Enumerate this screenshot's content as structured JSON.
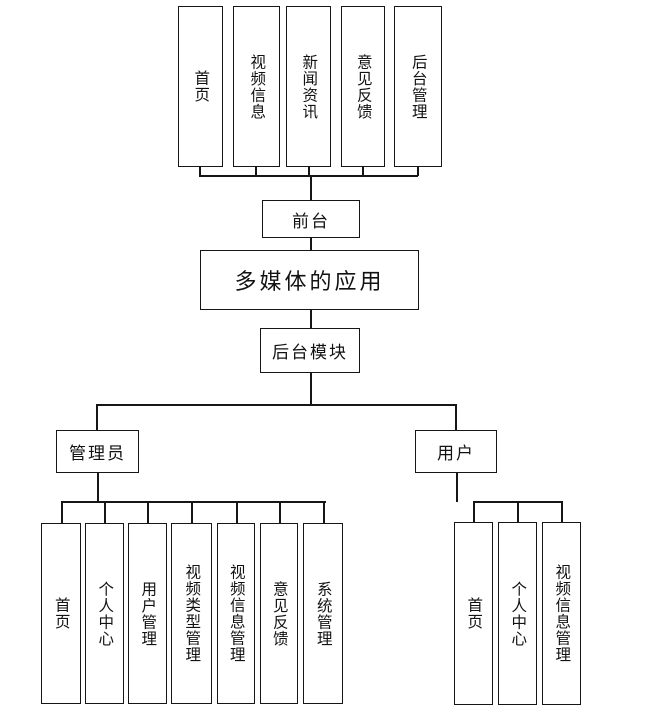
{
  "diagram": {
    "type": "system-function-structure-tree",
    "title": "多媒体的应用",
    "root": {
      "label": "多媒体的应用"
    },
    "frontend": {
      "label": "前台",
      "items": [
        {
          "label": "首页"
        },
        {
          "label": "视频信息"
        },
        {
          "label": "新闻资讯"
        },
        {
          "label": "意见反馈"
        },
        {
          "label": "后台管理"
        }
      ]
    },
    "backend": {
      "label": "后台模块",
      "roles": [
        {
          "label": "管理员",
          "items": [
            {
              "label": "首页"
            },
            {
              "label": "个人中心"
            },
            {
              "label": "用户管理"
            },
            {
              "label": "视频类型管理"
            },
            {
              "label": "视频信息管理"
            },
            {
              "label": "意见反馈"
            },
            {
              "label": "系统管理"
            }
          ]
        },
        {
          "label": "用户",
          "items": [
            {
              "label": "首页"
            },
            {
              "label": "个人中心"
            },
            {
              "label": "视频信息管理"
            }
          ]
        }
      ]
    },
    "colors": {
      "line": "#161616",
      "text": "#121212",
      "background": "#ffffff"
    }
  }
}
